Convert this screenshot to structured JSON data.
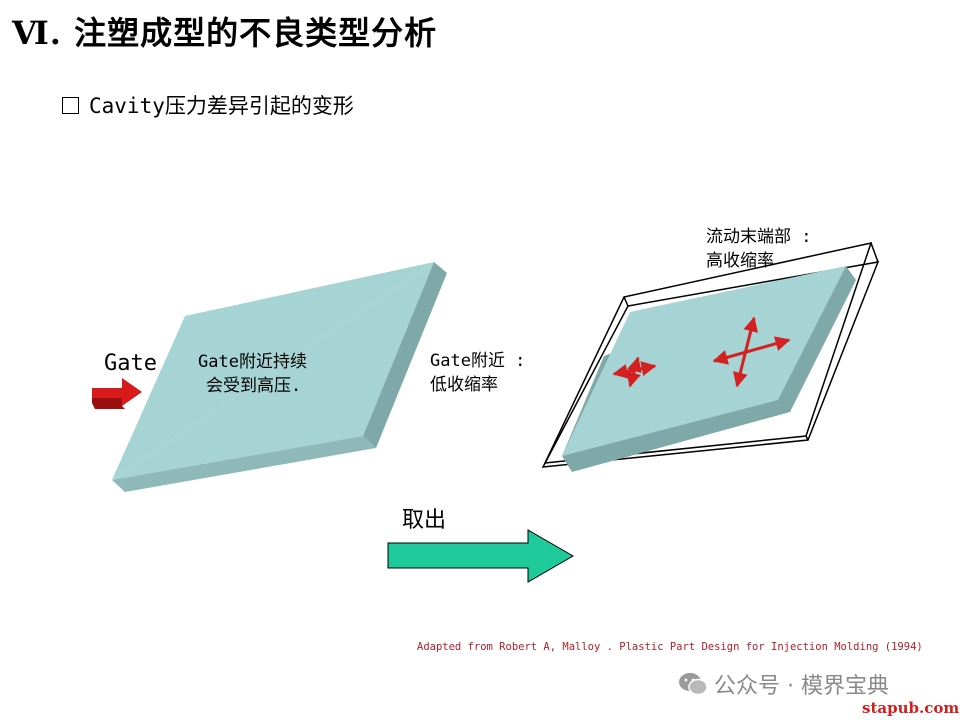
{
  "title": "Ⅵ. 注塑成型的不良类型分析",
  "subtitle": "Cavity压力差异引起的变形",
  "diagram": {
    "gate_label": "Gate",
    "plate_text_line1": "Gate附近持续",
    "plate_text_line2": "会受到高压.",
    "near_gate_line1": "Gate附近 :",
    "near_gate_line2": "低收缩率",
    "flow_end_line1": "流动末端部 :",
    "flow_end_line2": "高收缩率",
    "removal_label": "取出"
  },
  "citation": "Adapted from Robert A, Malloy . Plastic Part Design for Injection Molding (1994)",
  "watermark": "公众号 · 模界宝典",
  "site": "stapub.com",
  "colors": {
    "plate_top": "#a6d3d3",
    "plate_side": "#7fa9a9",
    "gate_arrow": "#d81a1a",
    "removal_arrow": "#1ec99a",
    "shrink_arrows": "#d32020",
    "citation": "#b0202a"
  }
}
